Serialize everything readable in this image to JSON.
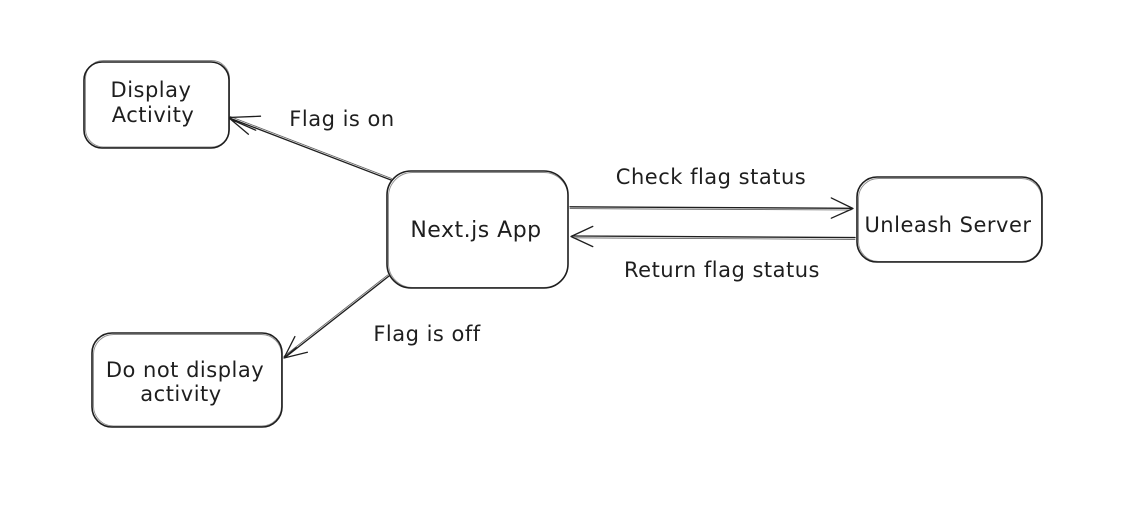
{
  "colors": {
    "background": "#ffffff",
    "stroke": "#1e1e1e",
    "text": "#1e1e1e"
  },
  "diagram": {
    "type": "flowchart",
    "style": "hand-drawn",
    "nodes": {
      "display_activity": {
        "line1": "Display",
        "line2": "Activity"
      },
      "nextjs_app": {
        "label": "Next.js App"
      },
      "unleash_server": {
        "label": "Unleash Server"
      },
      "do_not_display_activity": {
        "line1": "Do not display",
        "line2": "activity"
      }
    },
    "edges": {
      "flag_is_on": {
        "label": "Flag is on",
        "from": "nextjs_app",
        "to": "display_activity"
      },
      "check_flag_status": {
        "label": "Check flag status",
        "from": "nextjs_app",
        "to": "unleash_server"
      },
      "return_flag_status": {
        "label": "Return flag status",
        "from": "unleash_server",
        "to": "nextjs_app"
      },
      "flag_is_off": {
        "label": "Flag is off",
        "from": "nextjs_app",
        "to": "do_not_display_activity"
      }
    }
  }
}
